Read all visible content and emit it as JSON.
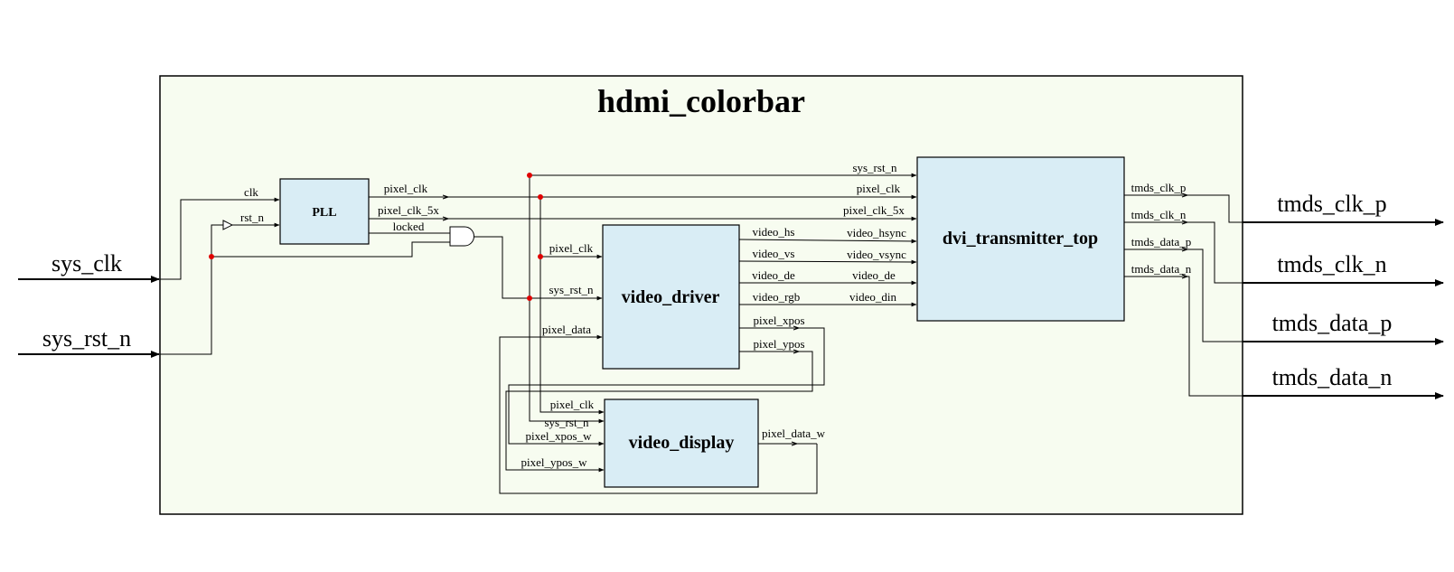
{
  "top_title": "hdmi_colorbar",
  "colors": {
    "outer_fill": "#f7fcf0",
    "block_fill": "#d9edf5",
    "junction": "#e00000",
    "wire": "#000000"
  },
  "inputs": {
    "sys_clk": "sys_clk",
    "sys_rst_n": "sys_rst_n"
  },
  "outputs": {
    "tmds_clk_p": "tmds_clk_p",
    "tmds_clk_n": "tmds_clk_n",
    "tmds_data_p": "tmds_data_p",
    "tmds_data_n": "tmds_data_n"
  },
  "blocks": {
    "pll": "PLL",
    "video_driver": "video_driver",
    "video_display": "video_display",
    "dvi": "dvi_transmitter_top"
  },
  "signals": {
    "clk": "clk",
    "rst_n": "rst_n",
    "pll_pixel_clk": "pixel_clk",
    "pll_pixel_clk_5x": "pixel_clk_5x",
    "pll_locked": "locked",
    "dvi_sys_rst_n": "sys_rst_n",
    "dvi_pixel_clk": "pixel_clk",
    "dvi_pixel_clk_5x": "pixel_clk_5x",
    "vd_pixel_clk": "pixel_clk",
    "vd_sys_rst_n": "sys_rst_n",
    "vd_pixel_data": "pixel_data",
    "vd_video_hs": "video_hs",
    "vd_video_vs": "video_vs",
    "vd_video_de": "video_de",
    "vd_video_rgb": "video_rgb",
    "vd_pixel_xpos": "pixel_xpos",
    "vd_pixel_ypos": "pixel_ypos",
    "dvi_video_hsync": "video_hsync",
    "dvi_video_vsync": "video_vsync",
    "dvi_video_de": "video_de",
    "dvi_video_din": "video_din",
    "dvi_tmds_clk_p": "tmds_clk_p",
    "dvi_tmds_clk_n": "tmds_clk_n",
    "dvi_tmds_data_p": "tmds_data_p",
    "dvi_tmds_data_n": "tmds_data_n",
    "disp_pixel_clk": "pixel_clk",
    "disp_sys_rst_n": "sys_rst_n",
    "disp_pixel_xpos_w": "pixel_xpos_w",
    "disp_pixel_ypos_w": "pixel_ypos_w",
    "disp_pixel_data_w": "pixel_data_w"
  }
}
